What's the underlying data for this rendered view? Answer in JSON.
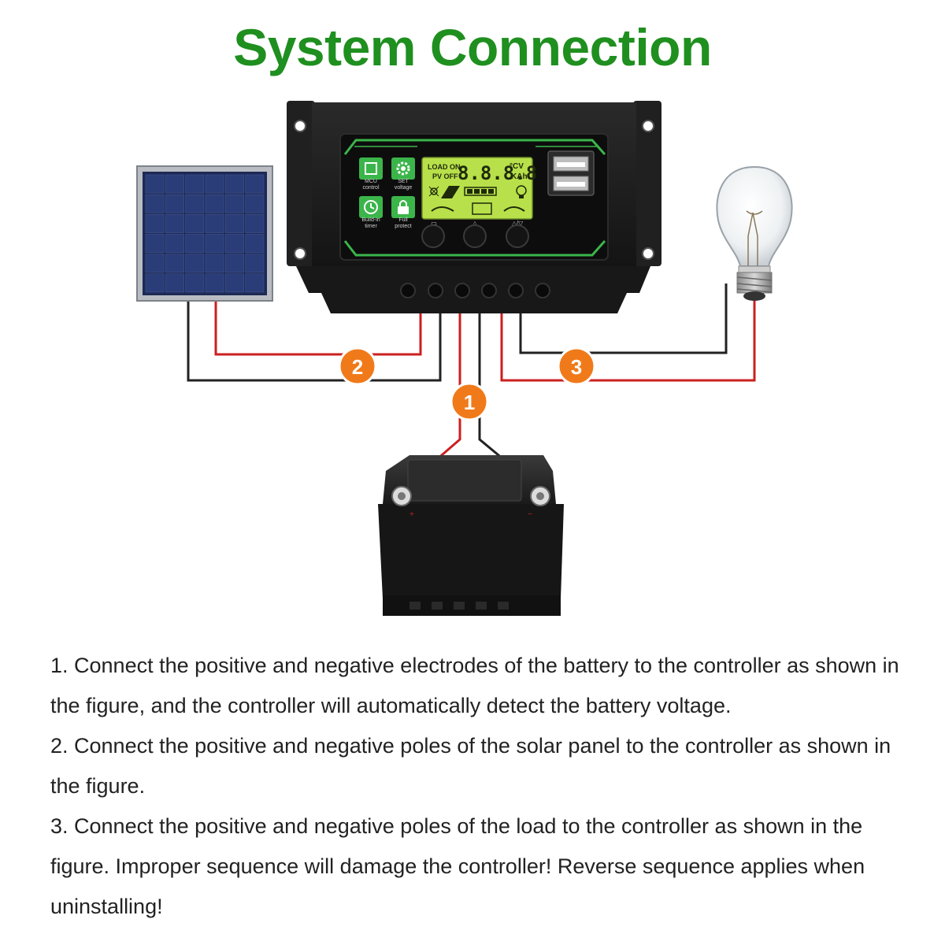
{
  "title": "System Connection",
  "colors": {
    "title": "#1f8f1f",
    "wire_positive": "#cc1f1f",
    "wire_negative": "#222222",
    "step_badge": "#f07a1a",
    "controller_body": "#1c1c1c",
    "lcd": "#b8e04a",
    "accent_green": "#3bb54a"
  },
  "controller": {
    "lcd": {
      "load_on": "LOAD ON",
      "pv_off": "PV OFF",
      "digits": "8.8.8.8",
      "unit_top": "°CV",
      "unit_bottom": "KAh"
    },
    "features": [
      {
        "label_1": "MCU",
        "label_2": "control",
        "icon": "chip-icon"
      },
      {
        "label_1": "SET",
        "label_2": "voltage",
        "icon": "gear-icon"
      },
      {
        "label_1": "Build-in",
        "label_2": "timer",
        "icon": "clock-icon"
      },
      {
        "label_1": "Full",
        "label_2": "protect",
        "icon": "lock-icon"
      }
    ],
    "usb_ports": 2,
    "buttons": 3,
    "terminals": 6
  },
  "badges": [
    "1",
    "2",
    "3"
  ],
  "steps": [
    "1. Connect the positive and negative electrodes of the battery to the controller as shown in the figure, and the controller will automatically detect the battery voltage.",
    "2. Connect the positive and negative poles of the solar panel to the controller as shown in the figure.",
    "3. Connect the positive and negative poles of the load to the controller as shown in the figure. Improper sequence will damage the controller! Reverse sequence applies when uninstalling!"
  ]
}
